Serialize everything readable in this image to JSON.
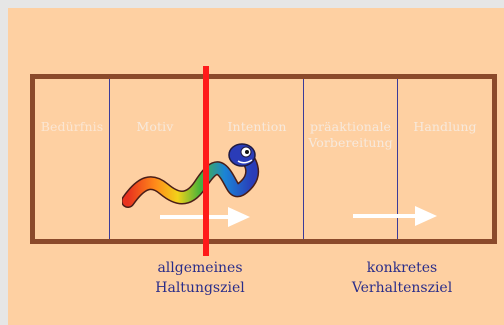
{
  "stages": [
    {
      "label": "Bedürfnis"
    },
    {
      "label": "Motiv"
    },
    {
      "label": "Intention"
    },
    {
      "label": "präaktionale Vorbereitung"
    },
    {
      "label": "Handlung"
    }
  ],
  "goals": {
    "general": "allgemeines Haltungsziel",
    "concrete": "konkretes Verhaltensziel"
  },
  "colors": {
    "background": "#fed0a2",
    "frame": "#8b4a2b",
    "divider": "#3b3b9a",
    "marker": "#ff1a1a",
    "goal_text": "#2a2d8a"
  },
  "icons": [
    "rainbow-snake-icon",
    "right-arrow-icon",
    "red-marker-line"
  ]
}
